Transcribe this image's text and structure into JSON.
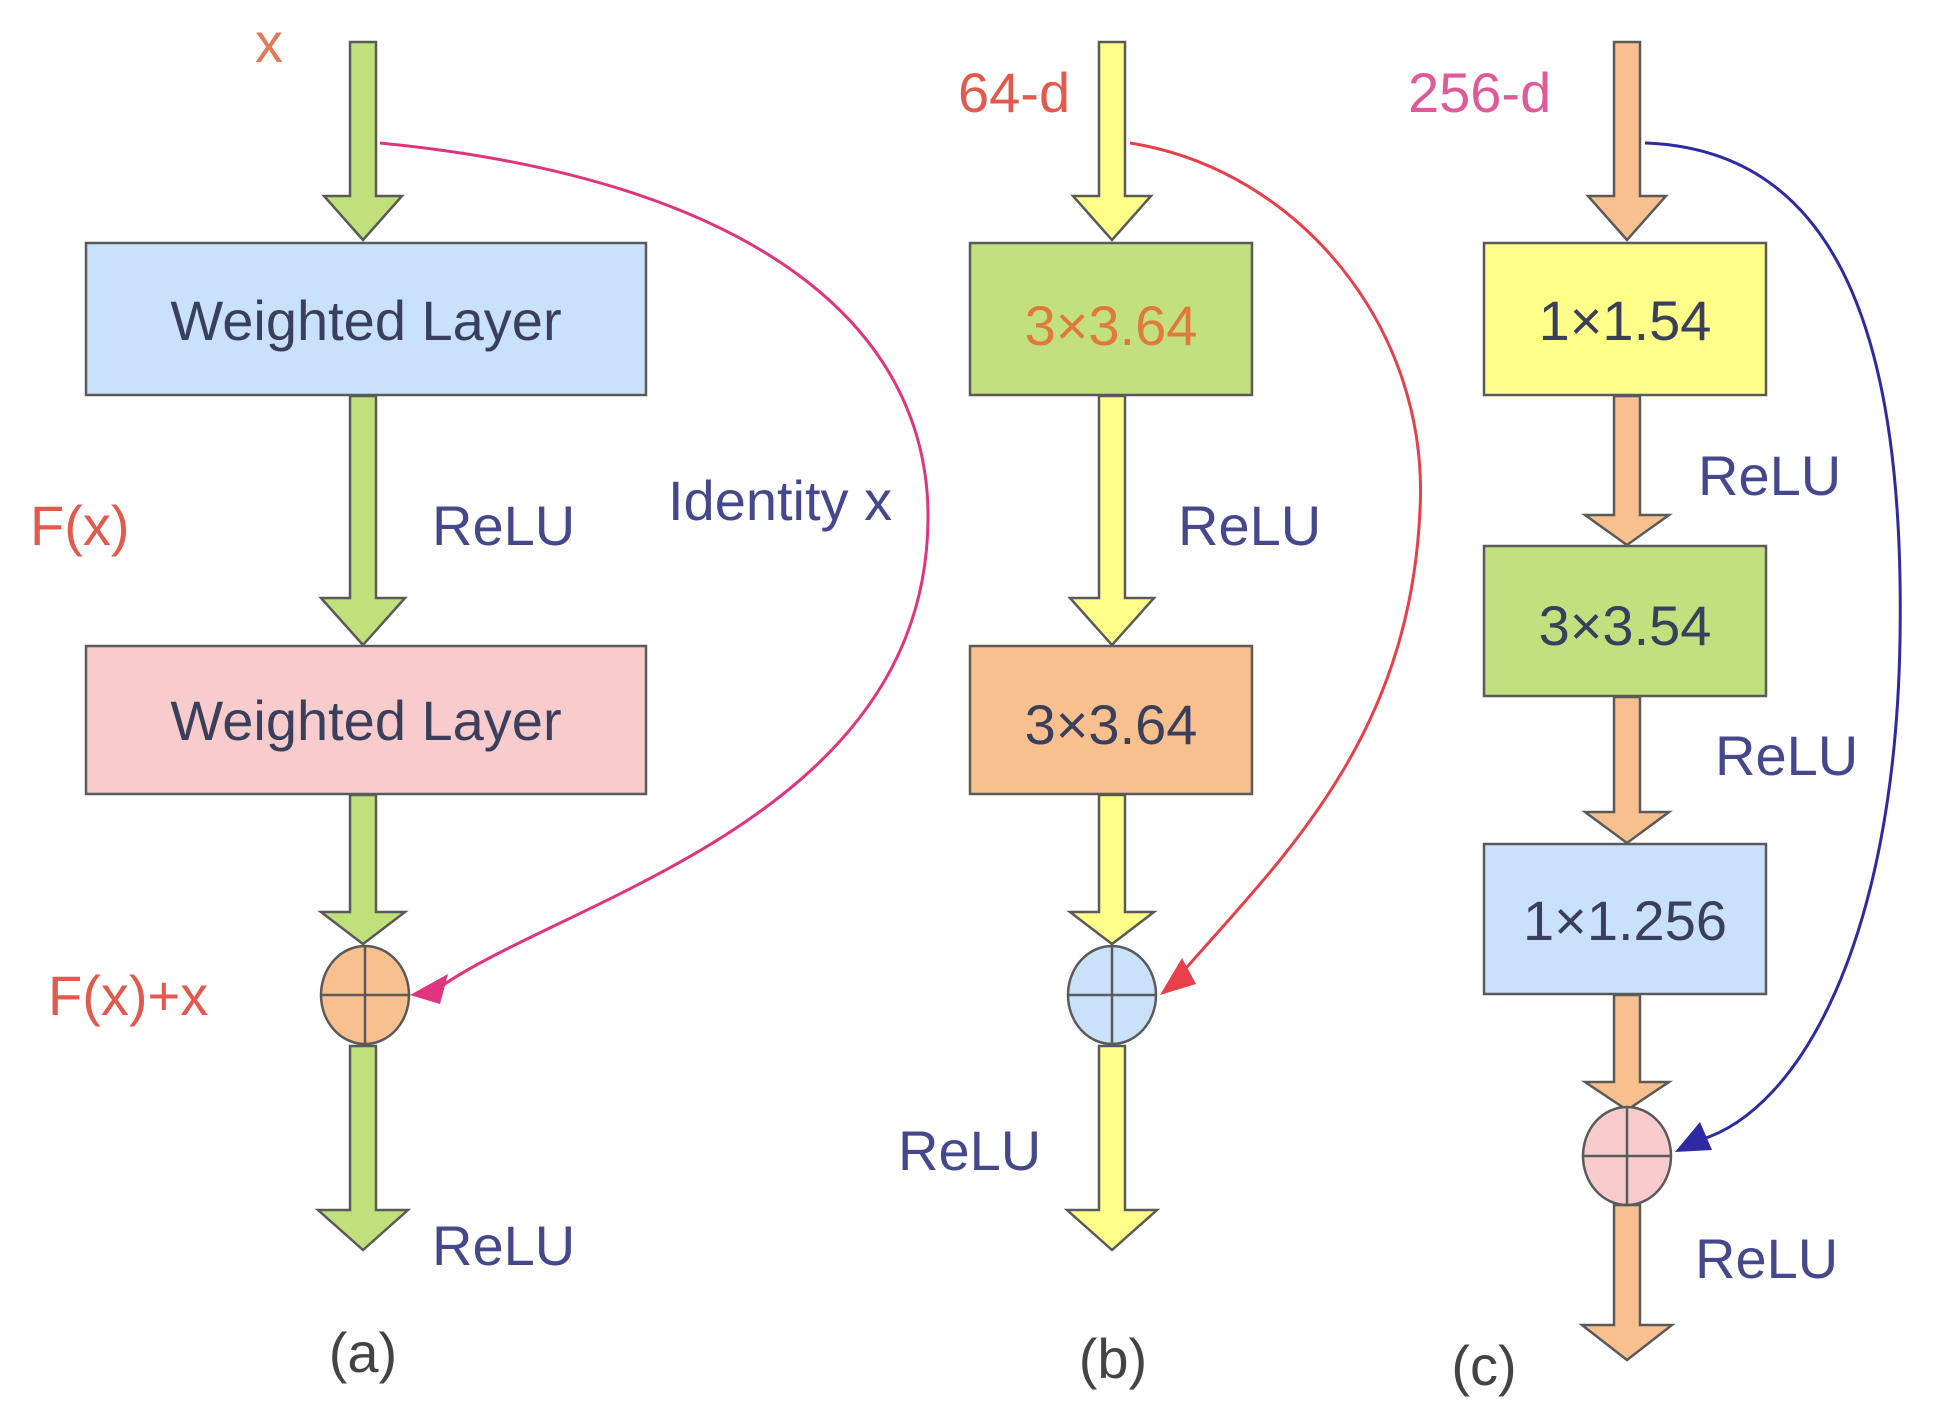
{
  "colors": {
    "green_arrow": "#bfe07a",
    "yellow_arrow": "#ffff8a",
    "orange_arrow": "#f8c08f",
    "arrow_stroke": "#5a5a5a",
    "blue_box": "#c9e2fa",
    "pink_box": "#f8cccc",
    "green_box": "#c3e07e",
    "orange_box": "#f8c08f",
    "yellow_box": "#ffff8a",
    "pink_curve": "#e0357e",
    "red_curve": "#e8404a",
    "blue_curve": "#2e2aa0",
    "label_red": "#e25a4e",
    "label_blue": "#46488c",
    "label_pink": "#e05a9a",
    "label_orange": "#e07a5a"
  },
  "panel_a": {
    "input_label": "x",
    "layer1": "Weighted Layer",
    "fx_label": "F(x)",
    "relu_mid": "ReLU",
    "identity_label": "Identity x",
    "layer2": "Weighted Layer",
    "sum_label": "F(x)+x",
    "relu_out": "ReLU",
    "caption": "(a)"
  },
  "panel_b": {
    "input_label": "64-d",
    "layer1": "3×3.64",
    "relu_mid": "ReLU",
    "layer2": "3×3.64",
    "relu_out": "ReLU",
    "caption": "(b)"
  },
  "panel_c": {
    "input_label": "256-d",
    "layer1": "1×1.54",
    "relu_1": "ReLU",
    "layer2": "3×3.54",
    "relu_2": "ReLU",
    "layer3": "1×1.256",
    "relu_out": "ReLU",
    "caption": "(c)"
  }
}
